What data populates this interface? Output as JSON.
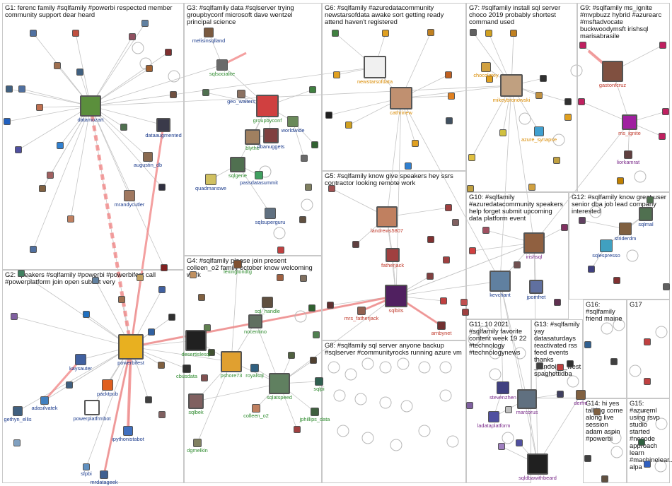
{
  "groups": [
    {
      "id": "G1",
      "title": "G1: ferenc family #sqlfamily #powerbi respected member community support dear heard"
    },
    {
      "id": "G2",
      "title": "G2: speakers #sqlfamily #powerbi #powerbifest call #powerplatform join open submit very"
    },
    {
      "id": "G3",
      "title": "G3: #sqlfamily data #sqlserver trying groupbyconf microsoft dave wentzel principal science"
    },
    {
      "id": "G4",
      "title": "G4: #sqlfamily please join present colleen_o2 family october know welcoming work"
    },
    {
      "id": "G5",
      "title": "G5: #sqlfamily know give speakers hey ssrs contractor looking remote work"
    },
    {
      "id": "G6",
      "title": "G6: #sqlfamily #azuredatacommunity newstarsofdata awake sort getting ready attend haven't registered"
    },
    {
      "id": "G7",
      "title": "G7: #sqlfamily install sql server choco 2019 probably shortest command used"
    },
    {
      "id": "G8",
      "title": "G8: #sqlfamily sql server anyone backup #sqlserver #communityrocks running azure vm"
    },
    {
      "id": "G9",
      "title": "G9: #sqlfamily ms_ignite #mvpbuzz hybrid #azurearc #msftadvocate buckwoodymsft irishsql marisabrasile"
    },
    {
      "id": "G10",
      "title": "G10: #sqlfamily #azuredatacommunity speakers help forget submit upcoming data platform event"
    },
    {
      "id": "G11",
      "title": "G11: 10 2021 #sqlfamily favorite content week 19 22 #technology #technologynews"
    },
    {
      "id": "G12",
      "title": "G12: #sqlfamily know great user senior dba job lead company interested"
    },
    {
      "id": "G13",
      "title": "G13: #sqlfamily yay datasaturdays reactivated rss feed events thanks _randolph_west spaghettidba"
    },
    {
      "id": "G14",
      "title": "G14: hi yes talking come along live session adam aspin #powerbi"
    },
    {
      "id": "G15",
      "title": "G15: #azureml using rsvp studio started #nocode approach learn #machinelear... alpa"
    },
    {
      "id": "G16",
      "title": "G16: #sqlfamily friend maine"
    },
    {
      "id": "G17",
      "title": "G17"
    }
  ],
  "labels": {
    "datamozart": "datamozart",
    "dataaugmented": "dataaugmented",
    "augustin_db": "augustin_db",
    "mrandycutler": "mrandycutler",
    "melisinsqlland": "melisinsqlland",
    "sqlsocialite": "sqlsocialite",
    "geo_walters": "geo_walters",
    "groupbyconf": "groupbyconf",
    "worldwide": "worldwide",
    "blythe": "blythe",
    "dbanuggets": "dbanuggets",
    "sqlgene": "sqlgene",
    "passdatasummit": "passdatasummit",
    "quadmanswe": "quadmanswe",
    "sqlsuperguru": "sqlsuperguru",
    "newstarsofdata": "newstarsofdata",
    "cathrinew": "cathrinew",
    "chocolatey": "chocolatey",
    "mikeybronowski": "mikeybronowski",
    "azure_synapse": "azure_synapse",
    "gastonfcruz": "gastonfcruz",
    "ms_ignite": "ms_ignite",
    "liorkamrat": "liorkamrat",
    "landrews5807": "landrews5807",
    "fatherjack": "fatherjack",
    "sqlbits": "sqlbits",
    "mrs_fatherjack": "mrs_fatherjack",
    "arnbynet": "arnbynet",
    "irishsql": "irishsql",
    "kevchant": "kevchant",
    "jpomfret": "jpomfret",
    "sqlmal": "sqlmal",
    "striderdm": "striderdm",
    "sqlespresso": "sqlespresso",
    "lexingtondtg": "lexingtondtg",
    "sql_handle": "sql_handle",
    "nocentino": "nocentino",
    "desertislesql": "desertislesql",
    "cbusdata": "cbusdata",
    "pshore73": "pshore73",
    "royalsql": "royalsql",
    "sqlatspeed": "sqlatspeed",
    "sqlbek": "sqlbek",
    "colleen_o2": "colleen_o2",
    "dgmelkin": "dgmelkin",
    "sqlpi": "sqlpi",
    "jphillips_data": "jphillips_data",
    "powerbifest": "powerbifest",
    "kaysauter": "kaysauter",
    "packtpub": "packtpub",
    "adasilvatek": "adasilvatek",
    "gethyn_ellis": "gethyn_ellis",
    "powerplatfrmbot": "powerplatfrmbot",
    "ipythonistabot": "ipythonistabot",
    "sfpbi": "sfpbi",
    "mrdatageek": "mrdatageek",
    "stevenzhen": "stevenzhen",
    "ladataplatform": "ladataplatform",
    "marcorus": "marcorus",
    "sqldbawithbeard": "sqldbawithbeard",
    "derfre": "derfre"
  },
  "colors": {
    "edge": "#c4c4c4",
    "self_loop": "#b8b8b8",
    "strong_edge": "#f08080",
    "panel_border": "#c8c8c8",
    "label_blue": "#1b3b8c",
    "label_green": "#2e8b2e",
    "label_red": "#c0392b",
    "label_orange": "#d98a00",
    "label_purple": "#7a2a8a"
  }
}
